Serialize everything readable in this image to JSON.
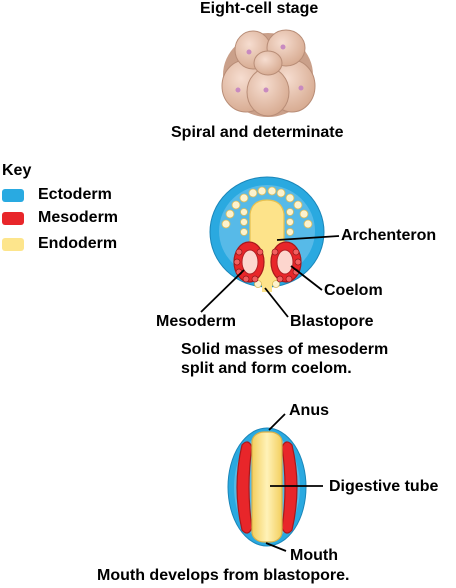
{
  "titles": {
    "eight_cell": "Eight-cell stage",
    "spiral": "Spiral and determinate"
  },
  "key": {
    "title": "Key",
    "items": [
      {
        "label": "Ectoderm",
        "color": "#29aae1"
      },
      {
        "label": "Mesoderm",
        "color": "#e8262a"
      },
      {
        "label": "Endoderm",
        "color": "#fde58c"
      }
    ]
  },
  "labels": {
    "archenteron": "Archenteron",
    "coelom": "Coelom",
    "mesoderm": "Mesoderm",
    "blastopore": "Blastopore",
    "anus": "Anus",
    "digestive_tube": "Digestive tube",
    "mouth": "Mouth"
  },
  "captions": {
    "coelom_line1": "Solid masses of mesoderm",
    "coelom_line2": "split and form coelom.",
    "mouth": "Mouth develops from blastopore."
  }
}
